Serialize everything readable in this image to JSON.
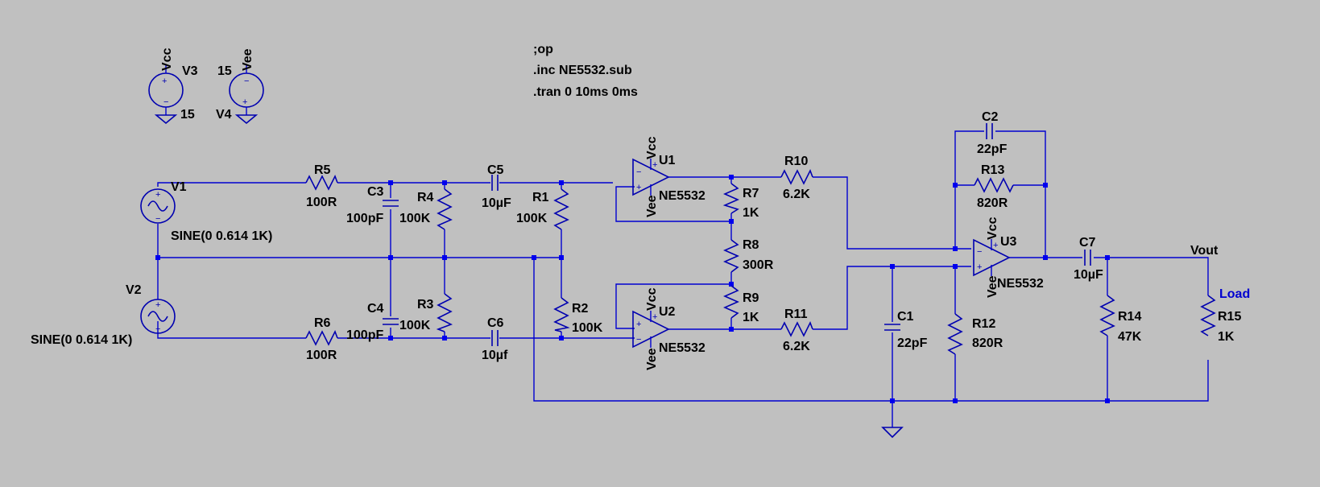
{
  "directives": [
    ";op",
    ".inc NE5532.sub",
    ".tran 0 10ms 0ms"
  ],
  "supplies": {
    "v3": {
      "name": "V3",
      "net": "Vcc",
      "value": "15"
    },
    "v4": {
      "name": "V4",
      "net": "Vee",
      "value": "15"
    }
  },
  "sources": {
    "v1": {
      "name": "V1",
      "value": "SINE(0 0.614 1K)"
    },
    "v2": {
      "name": "V2",
      "value": "SINE(0 0.614 1K)"
    }
  },
  "resistors": {
    "r1": {
      "name": "R1",
      "value": "100K"
    },
    "r2": {
      "name": "R2",
      "value": "100K"
    },
    "r3": {
      "name": "R3",
      "value": "100K"
    },
    "r4": {
      "name": "R4",
      "value": "100K"
    },
    "r5": {
      "name": "R5",
      "value": "100R"
    },
    "r6": {
      "name": "R6",
      "value": "100R"
    },
    "r7": {
      "name": "R7",
      "value": "1K"
    },
    "r8": {
      "name": "R8",
      "value": "300R"
    },
    "r9": {
      "name": "R9",
      "value": "1K"
    },
    "r10": {
      "name": "R10",
      "value": "6.2K"
    },
    "r11": {
      "name": "R11",
      "value": "6.2K"
    },
    "r12": {
      "name": "R12",
      "value": "820R"
    },
    "r13": {
      "name": "R13",
      "value": "820R"
    },
    "r14": {
      "name": "R14",
      "value": "47K"
    },
    "r15": {
      "name": "R15",
      "value": "1K"
    }
  },
  "capacitors": {
    "c1": {
      "name": "C1",
      "value": "22pF"
    },
    "c2": {
      "name": "C2",
      "value": "22pF"
    },
    "c3": {
      "name": "C3",
      "value": "100pF"
    },
    "c4": {
      "name": "C4",
      "value": "100pF"
    },
    "c5": {
      "name": "C5",
      "value": "10µF"
    },
    "c6": {
      "name": "C6",
      "value": "10µf"
    },
    "c7": {
      "name": "C7",
      "value": "10µF"
    }
  },
  "opamps": {
    "u1": {
      "name": "U1",
      "model": "NE5532"
    },
    "u2": {
      "name": "U2",
      "model": "NE5532"
    },
    "u3": {
      "name": "U3",
      "model": "NE5532"
    }
  },
  "nets": {
    "vcc": "Vcc",
    "vee": "Vee",
    "vout": "Vout",
    "load": "Load"
  },
  "colors": {
    "background": "#c0c0c0",
    "wire": "#0000d0",
    "junction": "#0000ee",
    "text": "#000000",
    "load_label": "#0000d0"
  }
}
